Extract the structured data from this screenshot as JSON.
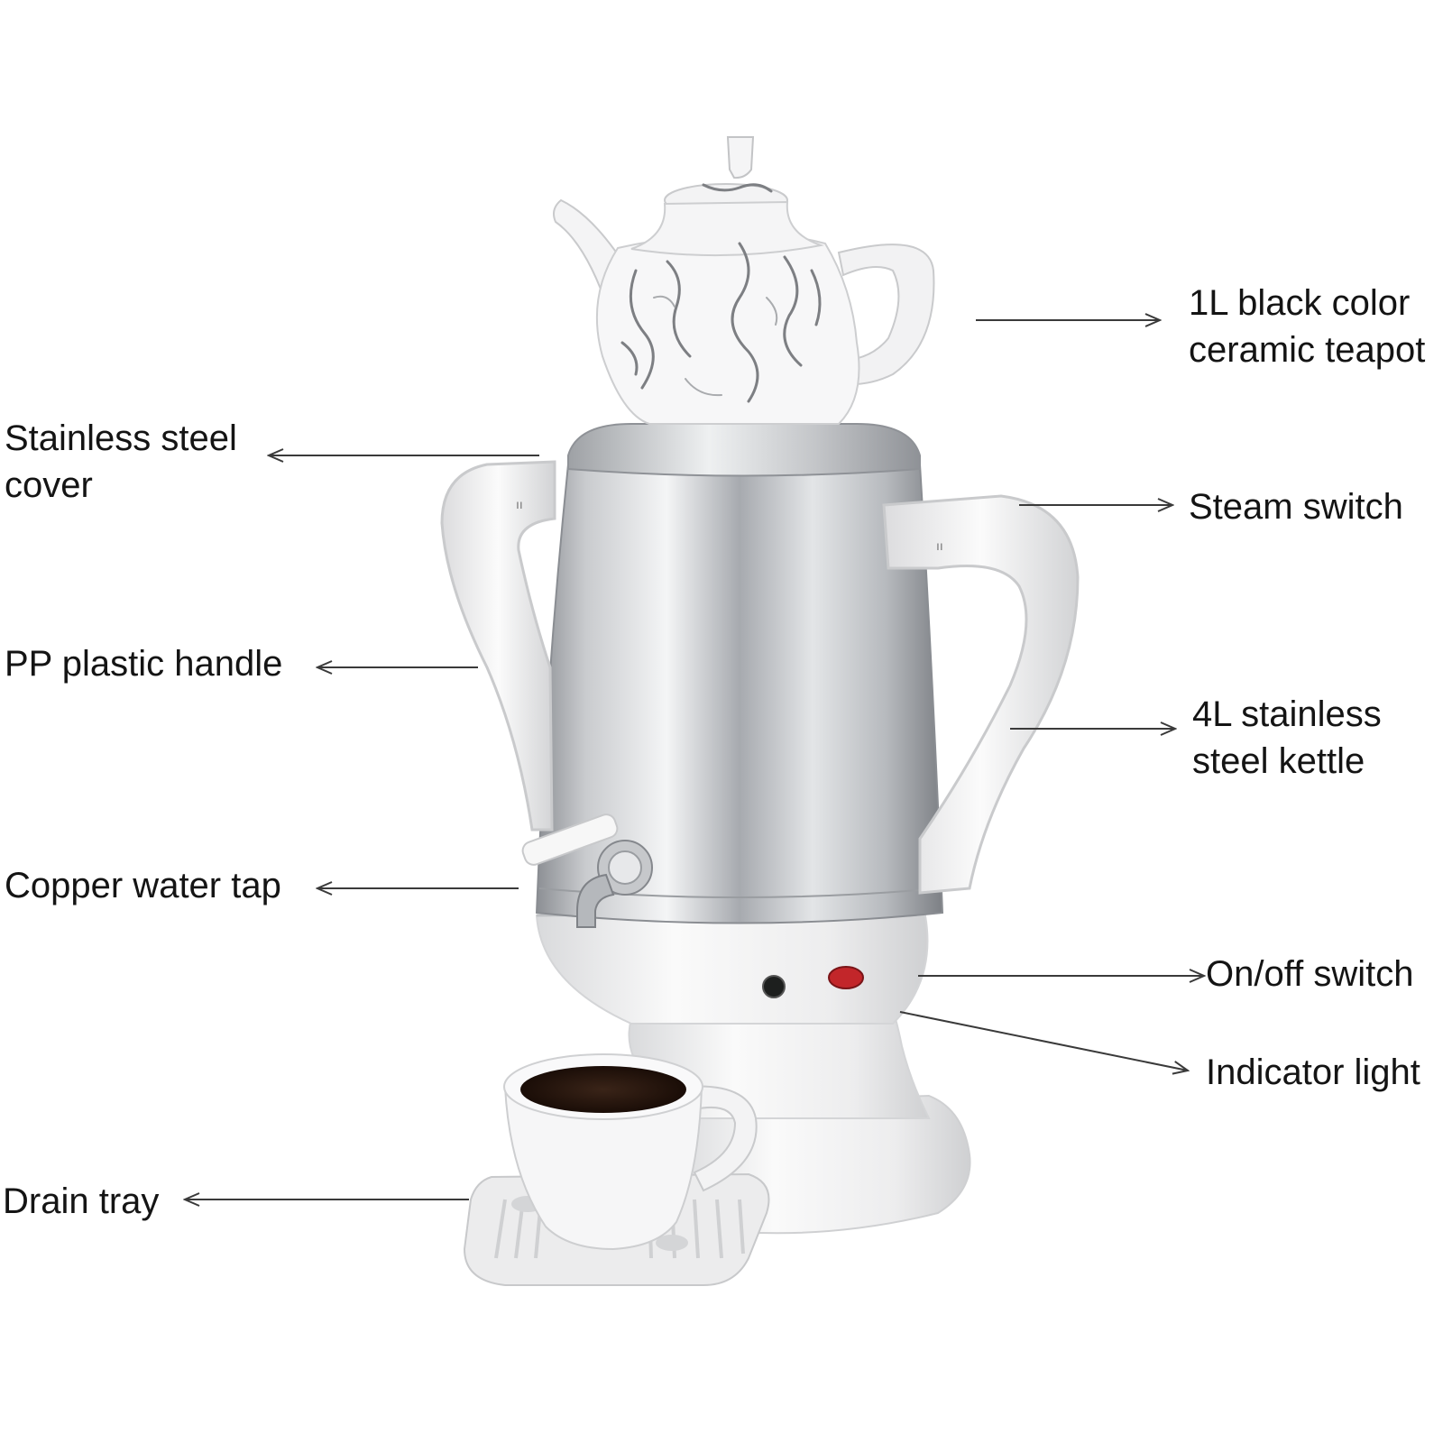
{
  "colors": {
    "text": "#141414",
    "leader": "#3a3a3a",
    "steel": "#bfc1c4",
    "plastic": "#f0f0f1",
    "coffee": "#2b1810",
    "indicator": "#c2262a"
  },
  "callouts": {
    "teapot": "1L black color\nceramic teapot",
    "cover": "Stainless steel\ncover",
    "steam_switch": "Steam switch",
    "handle": "PP plastic handle",
    "kettle": "4L stainless\nsteel kettle",
    "water_tap": "Copper water tap",
    "power_switch": "On/off switch",
    "indicator_light": "Indicator light",
    "drain_tray": "Drain tray"
  }
}
